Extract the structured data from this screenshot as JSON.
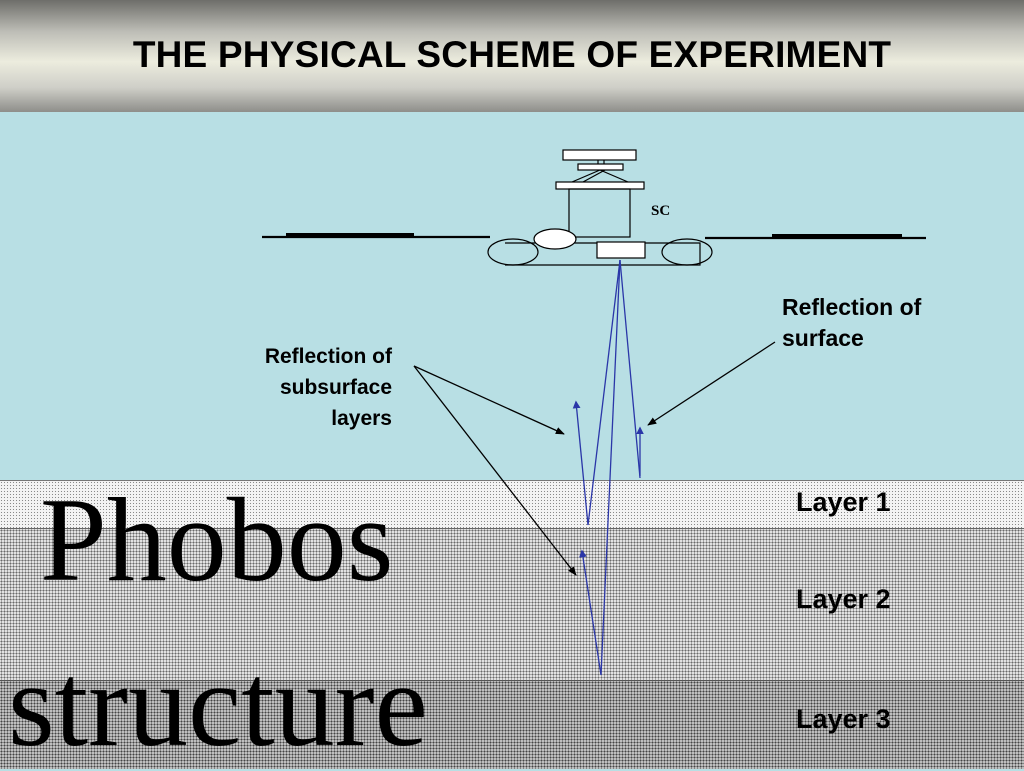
{
  "header": {
    "title": "THE PHYSICAL SCHEME OF EXPERIMENT"
  },
  "spacecraft": {
    "label": "SC"
  },
  "annotations": {
    "subsurface_lines": [
      "Reflection of",
      "subsurface",
      "layers"
    ],
    "surface_lines": [
      "Reflection of",
      "surface"
    ]
  },
  "layers": {
    "layer1": "Layer 1",
    "layer2": "Layer 2",
    "layer3": "Layer 3"
  },
  "big_text": {
    "line1": "Phobos",
    "line2": "structure"
  },
  "colors": {
    "sky": "#b8dfe4",
    "ray": "#2a36a8",
    "line": "#000000"
  }
}
